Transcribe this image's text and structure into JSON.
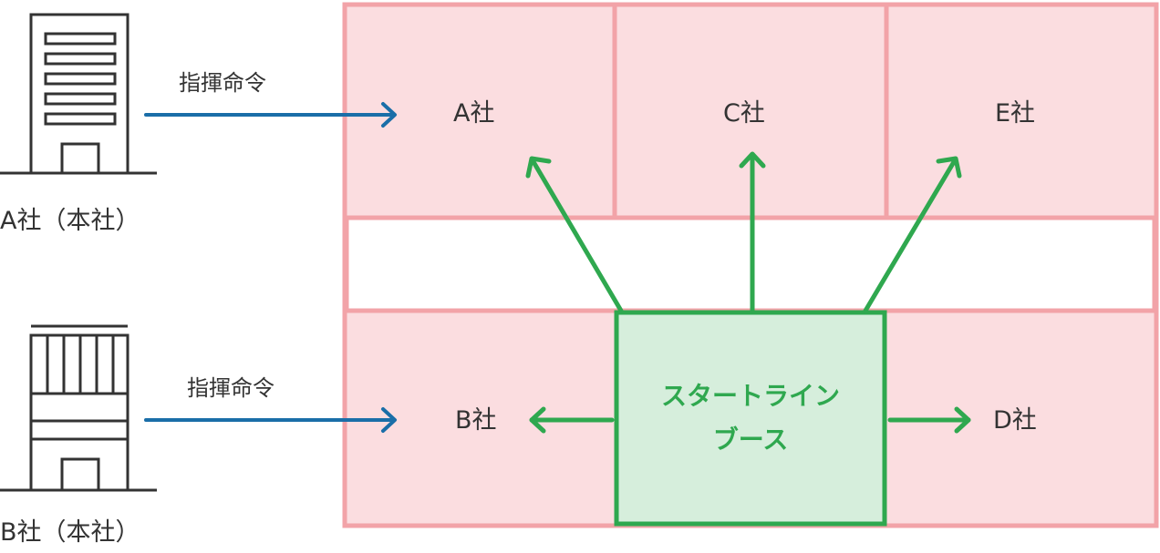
{
  "headquarters": [
    {
      "id": "a",
      "label": "A社（本社）",
      "command_label": "指揮命令"
    },
    {
      "id": "b",
      "label": "B社（本社）",
      "command_label": "指揮命令"
    }
  ],
  "floor": {
    "companies": {
      "a": "A社",
      "b": "B社",
      "c": "C社",
      "d": "D社",
      "e": "E社"
    },
    "booth": {
      "line1": "スタートライン",
      "line2": "ブース"
    }
  },
  "colors": {
    "zone_fill": "#fbdde0",
    "zone_border": "#f2a3a8",
    "booth_fill": "#d6eedc",
    "booth_border": "#2fa84f",
    "command_arrow": "#1a6ea8",
    "building_stroke": "#333333"
  }
}
